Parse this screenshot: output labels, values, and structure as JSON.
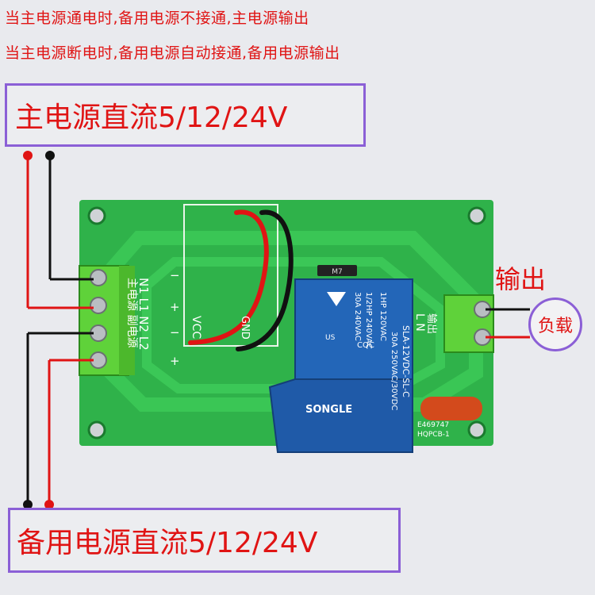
{
  "captions": {
    "line1": "当主电源通电时,备用电源不接通,主电源输出",
    "line2": "当主电源断电时,备用电源自动接通,备用电源输出"
  },
  "labels": {
    "main_power": "主电源直流5/12/24V",
    "backup_power": "备用电源直流5/12/24V",
    "output": "输出",
    "load": "负载"
  },
  "board": {
    "left_silk_1": "N1 L1 N2 L2",
    "left_silk_2": "主电源 副电源",
    "signs": [
      "−",
      "+",
      "−",
      "+"
    ],
    "vcc": "VCC",
    "gnd": "GND",
    "right_silk": "L N",
    "right_silk_cn": "输出",
    "model_code_1": "E469747",
    "model_code_2": "HQPCB-1",
    "diode_text": "M7"
  },
  "relay": {
    "rating_1": "30A 240VAC",
    "rating_2": "1/2HP 240VAC",
    "rating_3": "1HP 120VAC",
    "rating_4": "30A 250VAC/30VDC",
    "model": "SLA-12VDC-SL-C",
    "brand": "SONGLE",
    "cert_1": "CQC",
    "cert_2": "US"
  },
  "colors": {
    "caption": "#e01414",
    "frame": "#8b5fd6",
    "pcb": "#2fb24a",
    "relay": "#1f5aa8",
    "terminal": "#5fd23a"
  }
}
